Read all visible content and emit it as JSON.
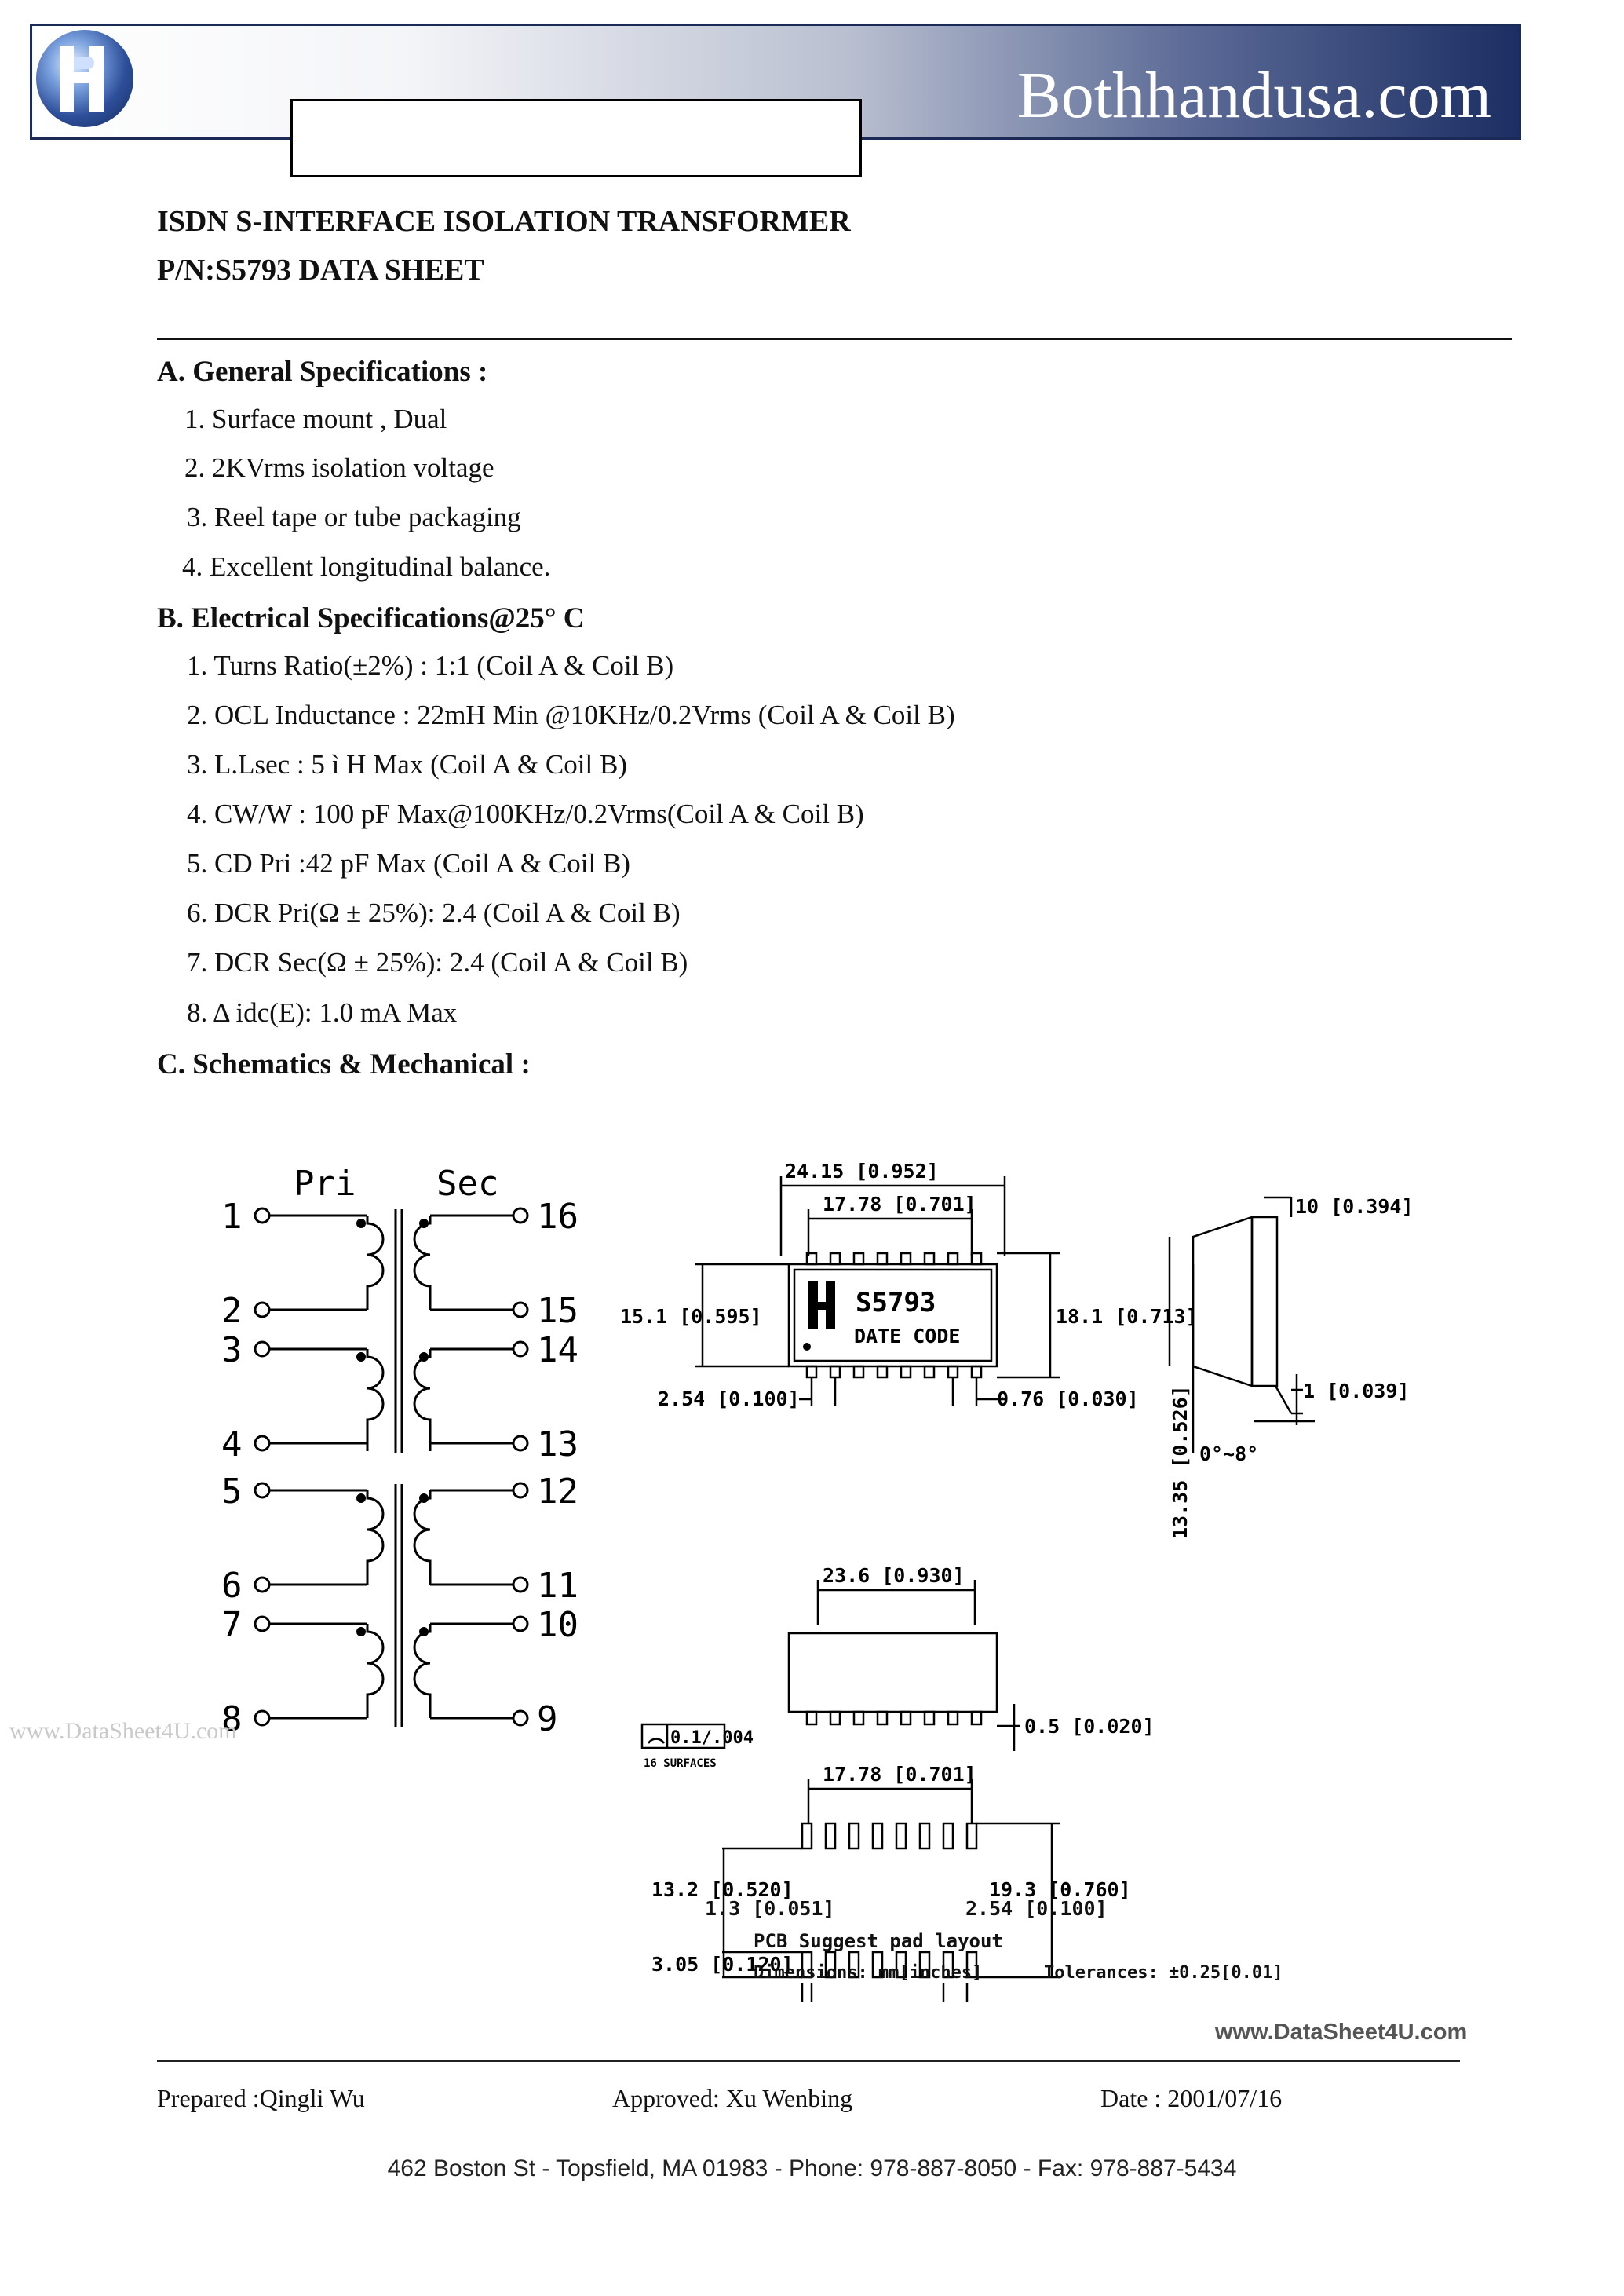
{
  "header": {
    "brand": "Bothhandusa.com",
    "part_number_box": ""
  },
  "title": {
    "line1": "ISDN S-INTERFACE  ISOLATION  TRANSFORMER",
    "line2": "P/N:S5793 DATA SHEET"
  },
  "section_a": {
    "heading": "A. General Specifications :",
    "items": [
      "1. Surface mount , Dual",
      "2. 2KVrms isolation voltage",
      "3. Reel tape or tube packaging",
      "4. Excellent longitudinal balance."
    ]
  },
  "section_b": {
    "heading": "B. Electrical Specifications@25° C",
    "items": [
      "1. Turns Ratio(±2%) : 1:1 (Coil A & Coil B)",
      "2. OCL Inductance : 22mH Min @10KHz/0.2Vrms (Coil A & Coil B)",
      "3. L.Lsec : 5 ì H Max (Coil A & Coil B)",
      "4. CW/W : 100 pF Max@100KHz/0.2Vrms(Coil A & Coil B)",
      "5. CD Pri :42 pF Max (Coil A & Coil B)",
      "6. DCR Pri(Ω ±  25%): 2.4 (Coil A & Coil B)",
      "7. DCR Sec(Ω ±  25%): 2.4 (Coil A & Coil B)",
      "8.  Δ  idc(E): 1.0 mA Max"
    ]
  },
  "section_c": {
    "heading": "C. Schematics & Mechanical :"
  },
  "schematic": {
    "pri_label": "Pri",
    "sec_label": "Sec",
    "left_pins": [
      "1",
      "2",
      "3",
      "4",
      "5",
      "6",
      "7",
      "8"
    ],
    "right_pins": [
      "16",
      "15",
      "14",
      "13",
      "12",
      "11",
      "10",
      "9"
    ]
  },
  "mechanical": {
    "dim_overall_length": "24.15 [0.952]",
    "dim_pin_span_top": "17.78 [0.701]",
    "dim_body_width": "15.1 [0.595]",
    "dim_overall_width": "18.1 [0.713]",
    "part_marking": "S5793",
    "date_code": "DATE CODE",
    "dim_pitch": "2.54 [0.100]",
    "dim_lead_width": "0.76 [0.030]",
    "dim_height": "10 [0.394]",
    "dim_standoff": "1 [0.039]",
    "dim_angle": "0°~8°",
    "dim_side_height": "13.35 [0.526]",
    "dim_body_length": "23.6 [0.930]",
    "dim_lead_thickness": "0.5 [0.020]",
    "flatness": "0.1/.004",
    "flatness_note": "16 SURFACES"
  },
  "pcb": {
    "dim_pad_span": "17.78 [0.701]",
    "dim_inner": "13.2 [0.520]",
    "dim_outer": "19.3 [0.760]",
    "dim_pad_length": "3.05 [0.120]",
    "dim_pad_width": "1.3 [0.051]",
    "dim_pad_pitch": "2.54 [0.100]",
    "caption": "PCB Suggest pad layout",
    "dimensions_note": "Dimensions: mm[inches]",
    "tolerances_note": "Tolerances: ±0.25[0.01]"
  },
  "watermarks": {
    "left": "www.DataSheet4U.com",
    "right": "www.DataSheet4U.com"
  },
  "footer": {
    "prepared": "Prepared :Qingli Wu",
    "approved": "Approved:  Xu  Wenbing",
    "date": "Date : 2001/07/16",
    "address": "462 Boston St - Topsfield, MA 01983 - Phone: 978-887-8050 - Fax: 978-887-5434"
  }
}
